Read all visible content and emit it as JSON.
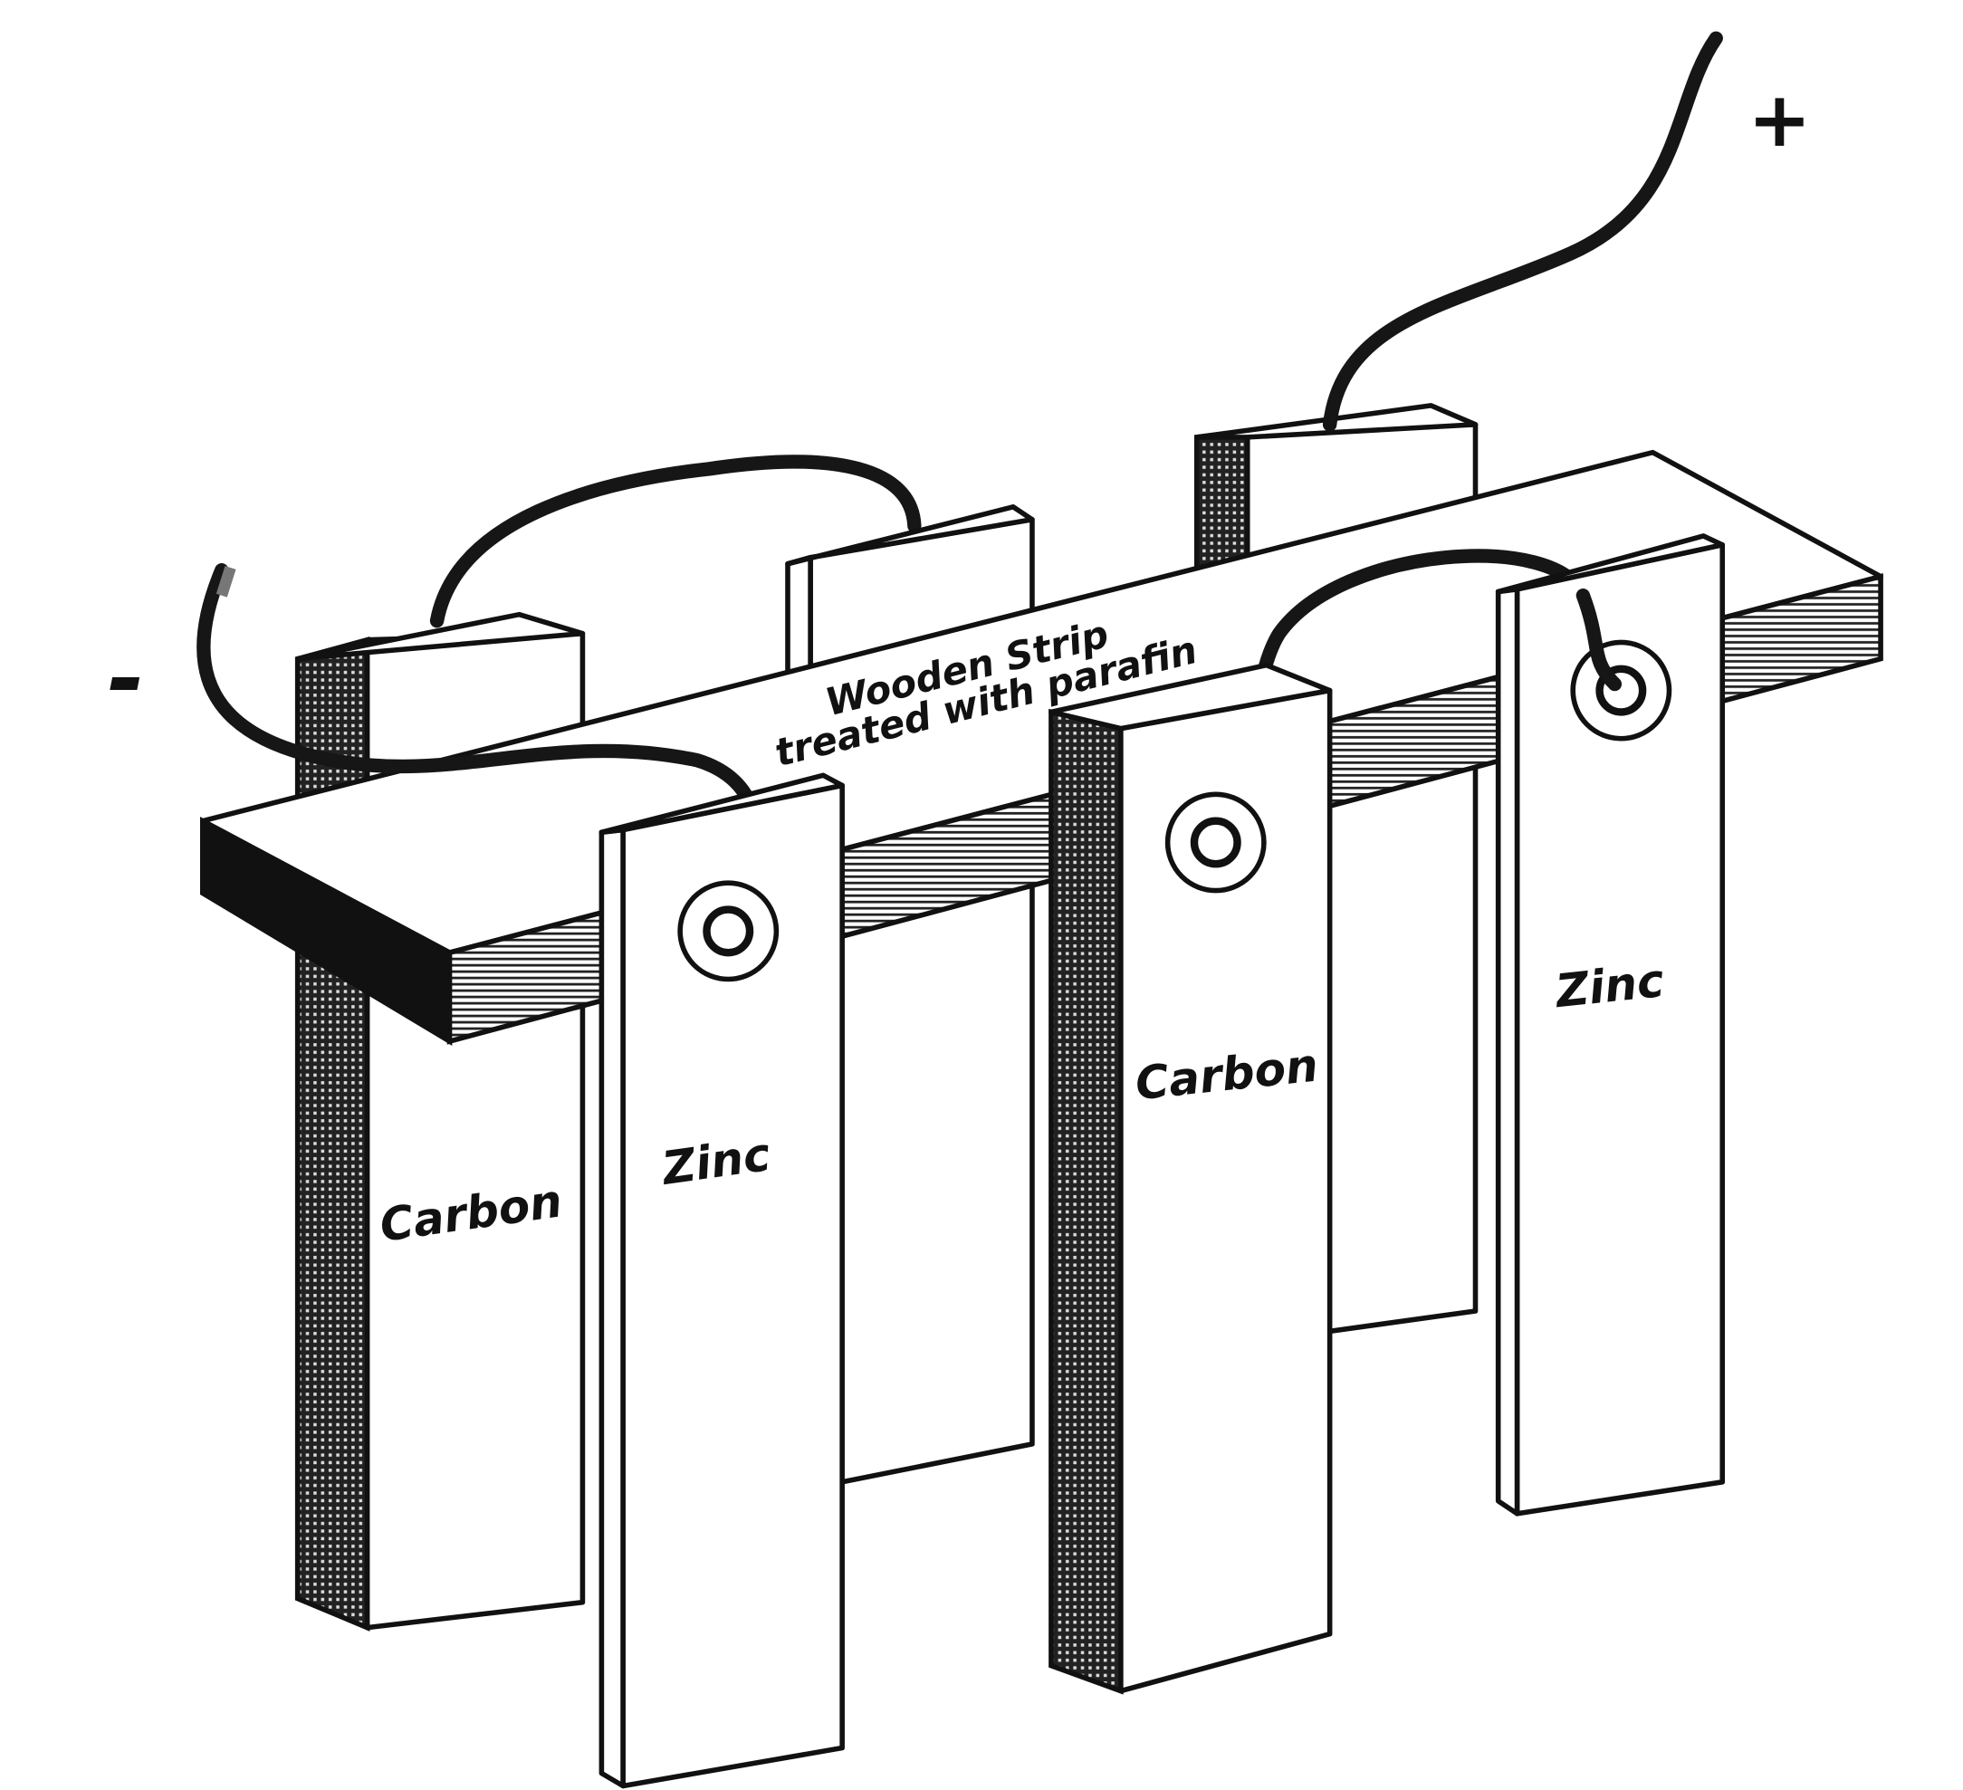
{
  "labels": {
    "strip_line1": "Wooden Strip",
    "strip_line2": "treated with parafin",
    "plates": [
      "Carbon",
      "Zinc",
      "Carbon",
      "Zinc"
    ],
    "negative": "-",
    "positive": "+"
  },
  "colors": {
    "ink": "#111111",
    "paper": "#ffffff"
  }
}
